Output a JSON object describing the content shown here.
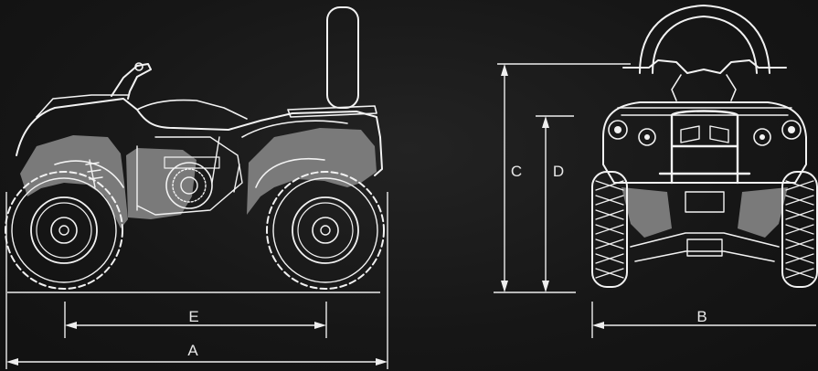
{
  "labels": {
    "A": "A",
    "B": "B",
    "C": "C",
    "D": "D",
    "E": "E"
  },
  "colors": {
    "background": "#161616",
    "line": "#f2f2f2",
    "body_fill": "#7a7a7a"
  }
}
